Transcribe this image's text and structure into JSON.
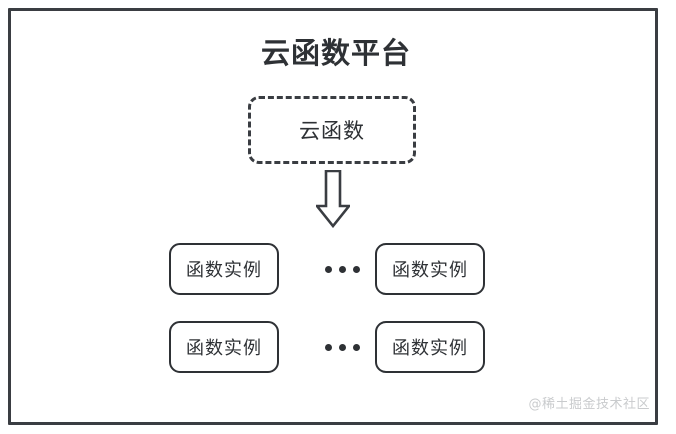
{
  "diagram": {
    "background_color": "#ffffff",
    "stroke_color": "#2e3135",
    "platform": {
      "title": "云函数平台"
    },
    "cloud_function": {
      "label": "云函数",
      "border_style": "dashed"
    },
    "arrow": {
      "direction": "down",
      "style": "hollow-block"
    },
    "instance_rows": [
      {
        "left_label": "函数实例",
        "ellipsis": "•••",
        "right_label": "函数实例"
      },
      {
        "left_label": "函数实例",
        "ellipsis": "•••",
        "right_label": "函数实例"
      }
    ],
    "watermark": "@稀土掘金技术社区"
  }
}
